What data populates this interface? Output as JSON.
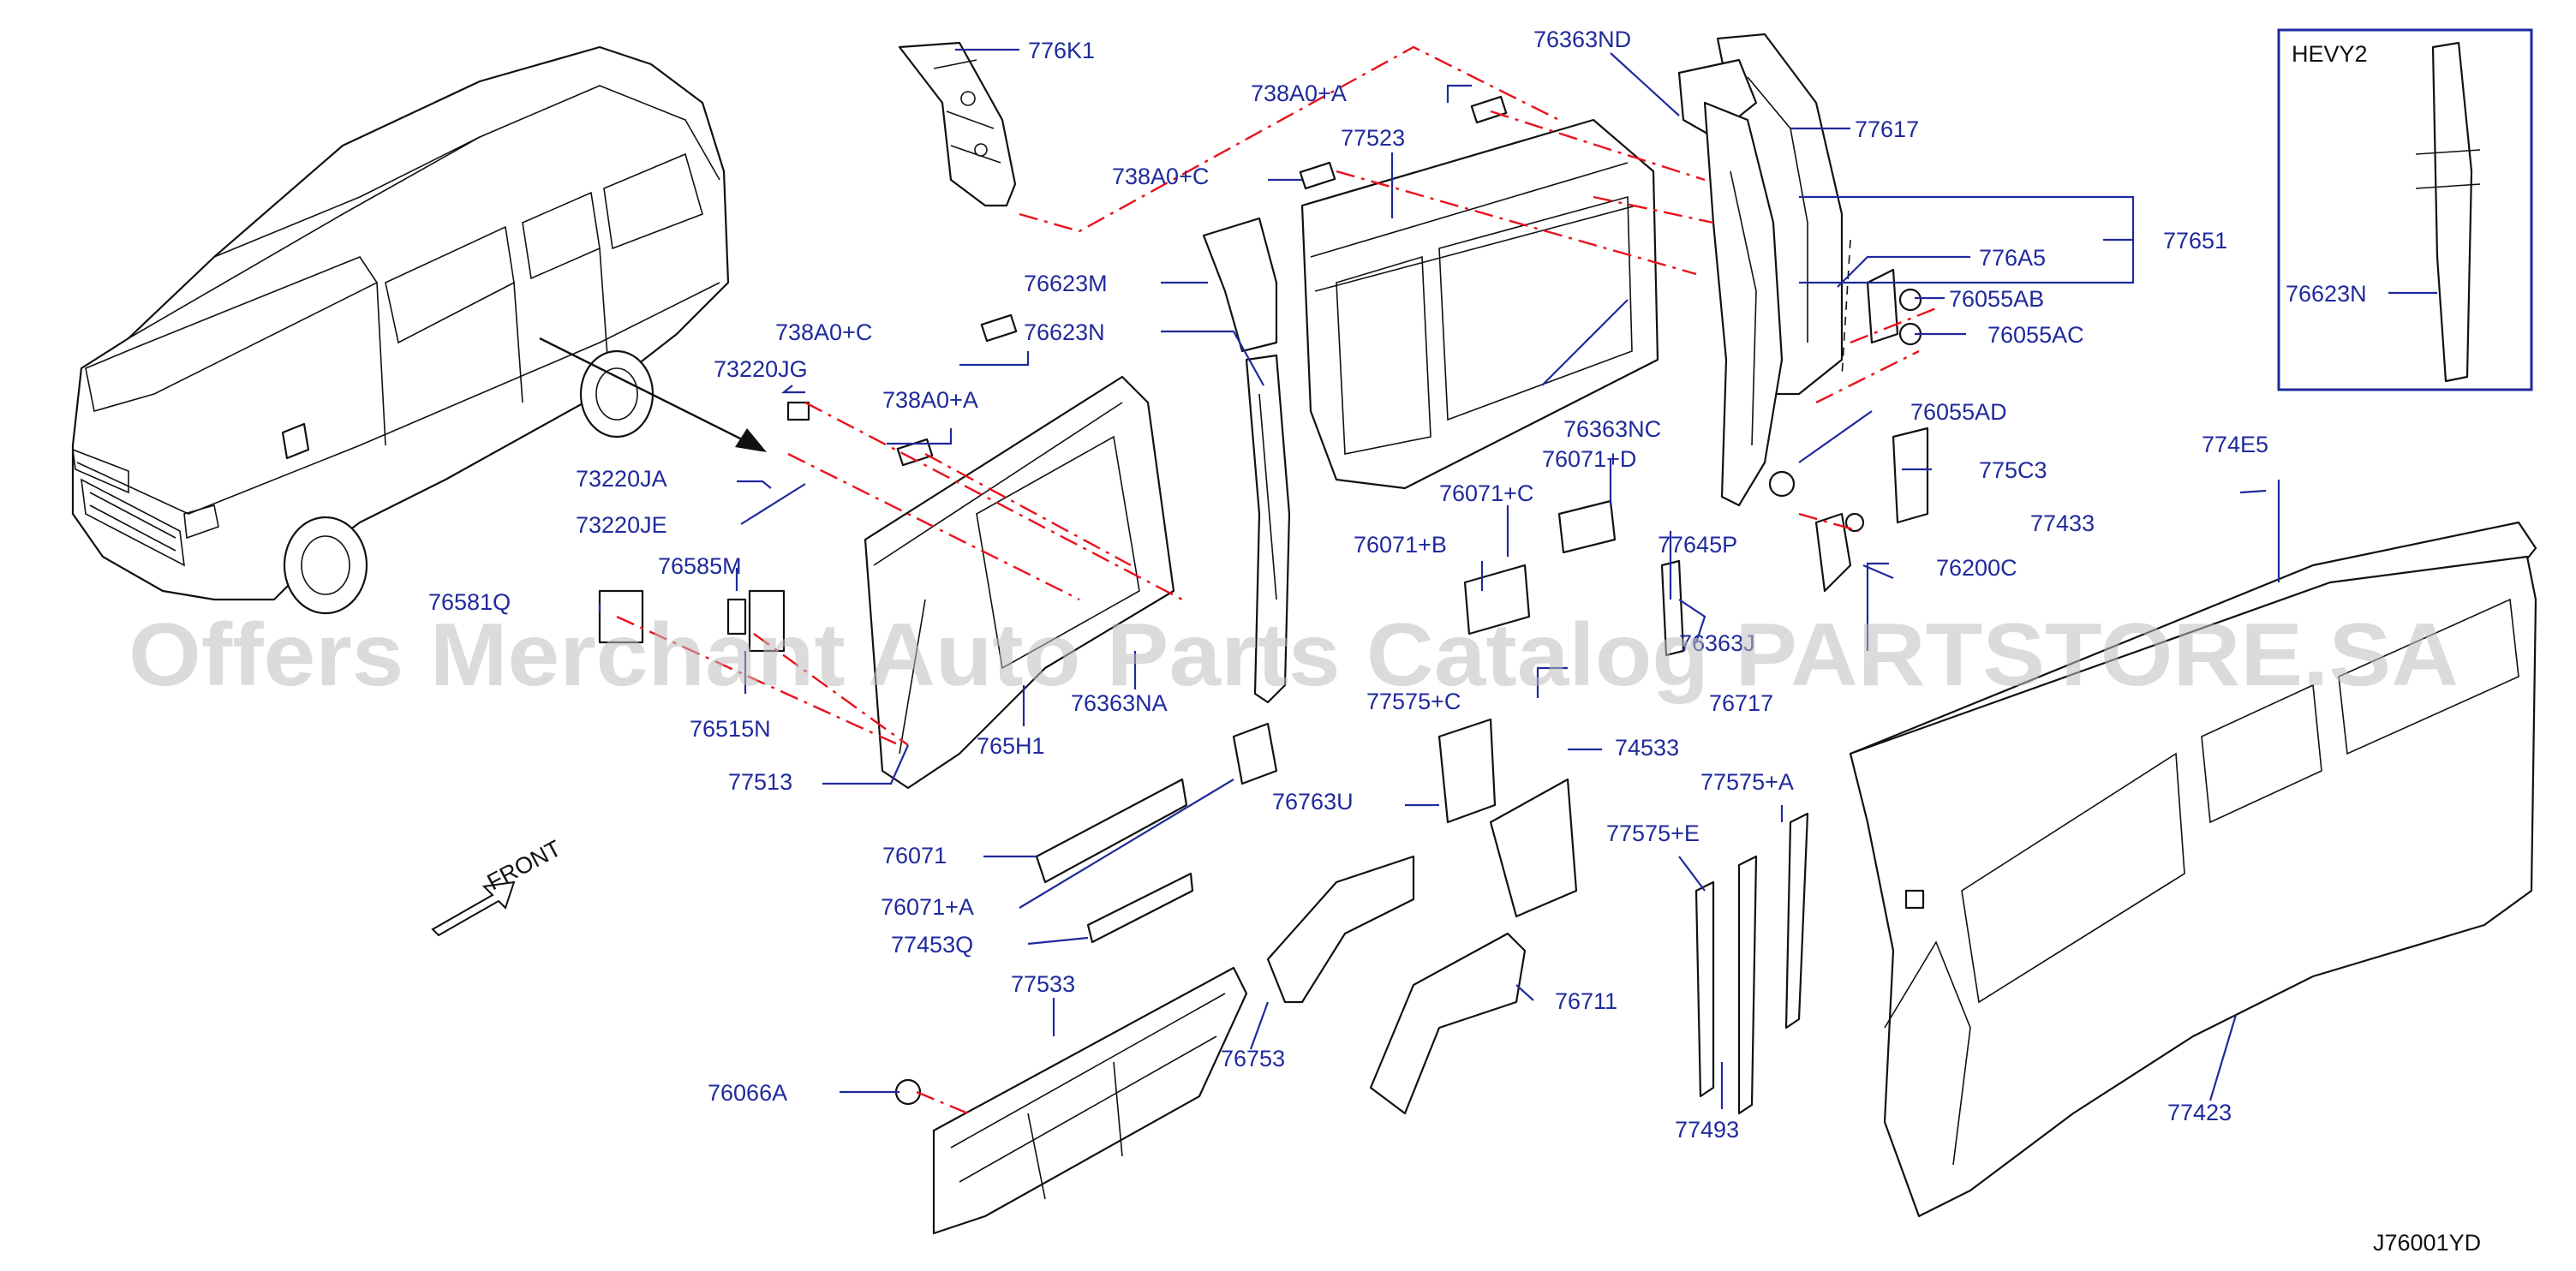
{
  "diagram_code": "J76001YD",
  "front_label": "FRONT",
  "inset_label": "HEVY2",
  "watermark": "Offers Merchant Auto Parts Catalog PARTSTORE.SA",
  "colors": {
    "label": "#1f2a9c",
    "dash": "#e8121b",
    "line": "#111111"
  },
  "parts": [
    "776K1",
    "738A0+A",
    "738A0+C",
    "77523",
    "76363ND",
    "77617",
    "77651",
    "776A5",
    "76055AB",
    "76055AC",
    "76623M",
    "76623N",
    "738A0+C",
    "73220JG",
    "738A0+A",
    "73220JA",
    "73220JE",
    "76363NC",
    "76071+D",
    "76071+C",
    "76055AD",
    "775C3",
    "774E5",
    "76071+B",
    "77645P",
    "76200C",
    "77433",
    "76581Q",
    "76585M",
    "76515N",
    "77513",
    "765H1",
    "76363NA",
    "77575+C",
    "76717",
    "76763U",
    "74533",
    "77575+A",
    "77575+E",
    "76071",
    "76071+A",
    "77453Q",
    "77533",
    "76066A",
    "76753",
    "76711",
    "77493",
    "77423",
    "76623N",
    "76363J"
  ]
}
